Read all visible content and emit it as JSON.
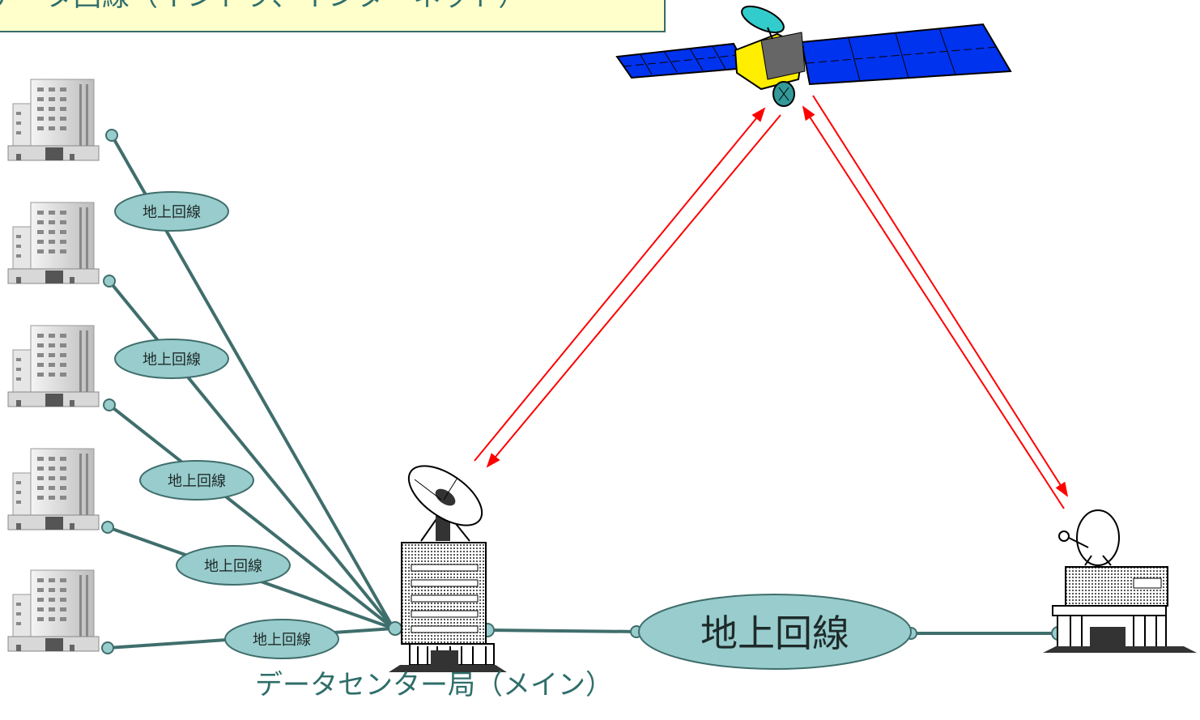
{
  "title": "データ回線（イントラ、インターネット）",
  "caption": "データセンター局（メイン）",
  "line_labels": [
    "地上回線",
    "地上回線",
    "地上回線",
    "地上回線",
    "地上回線"
  ],
  "main_line_label": "地上回線",
  "colors": {
    "line": "#3f6e6c",
    "ellipse_fill": "#99cccc",
    "title_fill": "#ffffcc",
    "uplink": "#ff0000",
    "text": "#2f6e6a"
  }
}
